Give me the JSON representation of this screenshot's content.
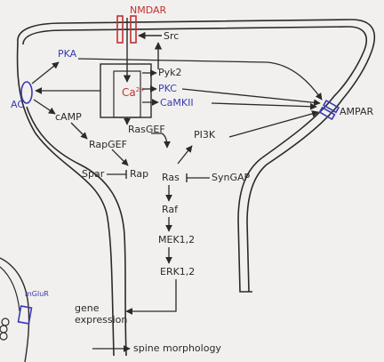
{
  "nodes": {
    "nmdar": "NMDAR",
    "src": "Src",
    "pka": "PKA",
    "pyk2": "Pyk2",
    "ca": "Ca",
    "ca_sup": "2+",
    "pkc": "PKC",
    "camkii": "CaMKII",
    "ac": "AC",
    "camp": "cAMP",
    "rasgef": "RasGEF",
    "rapgef": "RapGEF",
    "pi3k": "PI3K",
    "ampar": "AMPAR",
    "spar": "Spar",
    "rap": "Rap",
    "ras": "Ras",
    "syngap": "SynGAP",
    "raf": "Raf",
    "mek": "MEK1,2",
    "erk": "ERK1,2",
    "gene_expression": "gene\nexpression",
    "mglur": "mGluR",
    "spine_morphology": "spine morphology"
  },
  "colors": {
    "ink": "#2a2a2a",
    "blue": "#3a3ab0",
    "red": "#c03030",
    "board": "#f1f0ee"
  }
}
